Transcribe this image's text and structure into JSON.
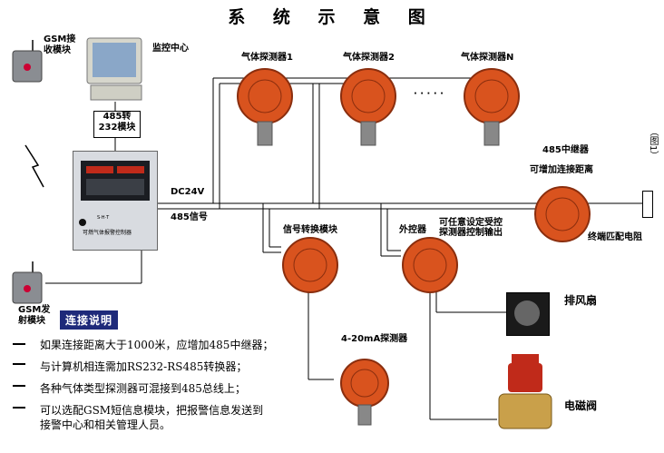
{
  "title": "系 统 示 意 图",
  "labels": {
    "gsm_receiver": "GSM接\n收模块",
    "monitor_center": "监控中心",
    "converter": "485转\n232模块",
    "gsm_transmitter": "GSM发\n射模块",
    "dc24v": "DC24V",
    "signal485": "485信号",
    "detector1": "气体探测器1",
    "detector2": "气体探测器2",
    "detectorN": "气体探测器N",
    "ellipsis": "· · · · ·",
    "repeater": "485中继器",
    "repeater_note": "可增加连接距离",
    "figure_tag": "（图1）",
    "terminal": "终端匹配电阻",
    "signal_module": "信号转换模块",
    "external_ctrl": "外控器",
    "external_ctrl_note": "可任意设定受控\n探测器控制输出",
    "ma_detector": "4-20mA探测器",
    "fan": "排风扇",
    "valve": "电磁阀",
    "controller_brand": "可燃气体报警控制器",
    "controller_logo": "S·H·T"
  },
  "legend": {
    "title": "连接说明",
    "notes": [
      "如果连接距离大于1000米，应增加485中继器；",
      "与计算机相连需加RS232-RS485转换器；",
      "各种气体类型探测器可混接到485总线上；",
      "可以选配GSM短信息模块，把报警信息发送到\n接警中心和相关管理人员。"
    ]
  },
  "colors": {
    "detector_body": "#d9531e",
    "detector_dark": "#8a2e0e",
    "legend_bg": "#1e2a7a",
    "panel": "#d8dbe0"
  }
}
